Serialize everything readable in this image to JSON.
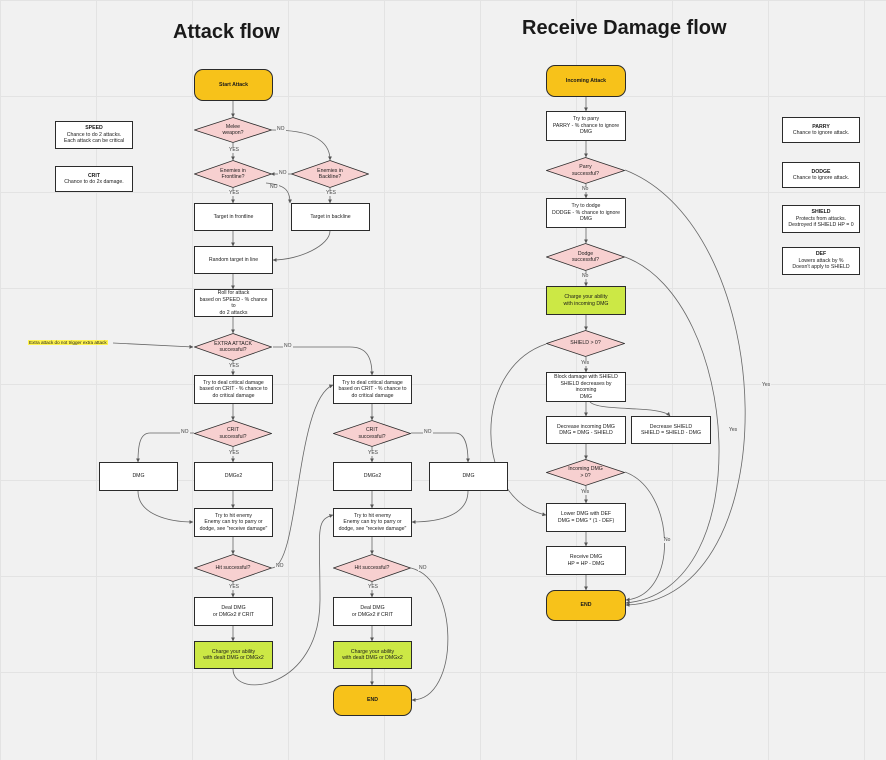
{
  "titles": {
    "attack": "Attack flow",
    "receive": "Receive Damage flow"
  },
  "notes": {
    "speed": {
      "title": "SPEED",
      "text": "Chance to do 2 attacks.\nEach attack can be critical"
    },
    "crit": {
      "title": "CRIT",
      "text": "Chance to do 2x damage."
    },
    "parry": {
      "title": "PARRY",
      "text": "Chance to ignore attack."
    },
    "dodge": {
      "title": "DODGE",
      "text": "Chance to ignore attack."
    },
    "shield": {
      "title": "SHIELD",
      "text": "Protects from attacks.\nDestroyed if SHIELD HP = 0"
    },
    "def": {
      "title": "DEF",
      "text": "Lowers attack by %\nDoesn't apply to SHIELD"
    }
  },
  "highlight_note": "Extra attack do not trigger extra attack",
  "attack_flow": {
    "start": "Start Attack",
    "melee": "Melee\nweapon?",
    "enemies_frontline": "Enemies in\nFrontline?",
    "enemies_backline": "Enemies in\nBackline?",
    "target_frontline": "Target in frontline",
    "target_backline": "Target in backline",
    "random_target": "Random target in line",
    "roll_extra": "Roll for attack\nbased on SPEED - % chance to\ndo 2 attacks",
    "extra_attack": "EXTRA ATTACK\nsuccessful?",
    "crit_left": "Try to deal critical damage\nbased on CRIT - % chance to\ndo critical damage",
    "crit_right": "Try to deal critical damage\nbased on CRIT - % chance to\ndo critical damage",
    "crit_success_left": "CRIT\nsuccessful?",
    "crit_success_right": "CRIT\nsuccessful?",
    "dmg_left": "DMG",
    "dmgx2_left": "DMGx2",
    "dmgx2_right": "DMGx2",
    "dmg_right": "DMG",
    "try_hit_left": "Try to hit enemy\nEnemy can try to parry or\ndodge, see \"receive damage\"",
    "try_hit_right": "Try to hit enemy\nEnemy can try to parry or\ndodge, see \"receive damage\"",
    "hit_left": "Hit successful?",
    "hit_right": "Hit successful?",
    "deal_left": "Deal DMG\nor DMGx2 if CRIT",
    "deal_right": "Deal DMG\nor DMGx2 if CRIT",
    "charge_left": "Charge your ability\nwith dealt DMG or DMGx2",
    "charge_right": "Charge your ability\nwith dealt DMG or DMGx2",
    "end": "END"
  },
  "receive_flow": {
    "incoming": "Incoming Attack",
    "try_parry": "Try to parry\nPARRY - % chance to ignore\nDMG",
    "parry_success": "Parry\nsuccessful?",
    "try_dodge": "Try to dodge\nDODGE - % chance to ignore\nDMG",
    "dodge_success": "Dodge\nsuccessful?",
    "charge": "Charge your ability\nwith incoming DMG",
    "shield_check": "SHIELD > 0?",
    "block": "Block damage with SHIELD\nSHIELD decreases by incoming\nDMG",
    "decrease_dmg": "Decrease incoming DMG\nDMG = DMG - SHIELD",
    "decrease_shield": "Decrease SHIELD\nSHIELD = SHIELD - DMG",
    "incoming_dmg": "Incoming DMG\n> 0?",
    "lower_dmg": "Lower DMG with DEF\nDMG = DMG * (1 - DEF)",
    "receive": "Receive DMG\nHP = HP - DMG",
    "end": "END"
  },
  "edge_labels": {
    "yes": "Yes",
    "no": "No",
    "YES": "YES",
    "NO": "NO"
  }
}
